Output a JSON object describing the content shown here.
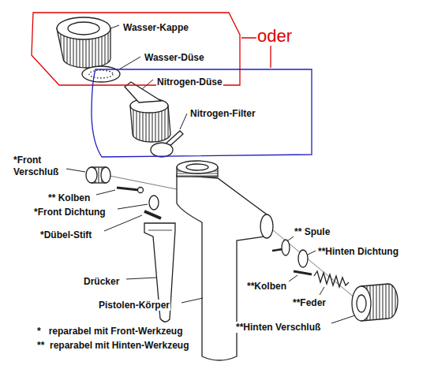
{
  "diagram": {
    "nodes": [
      {
        "text": [
          "Wasser-Kappe",
          "Wasser-Düse"
        ]
      },
      {
        "text": [
          "Nitrogen-Düse",
          "Nitrogen-Filter"
        ]
      }
    ],
    "edges": [
      {
        "from": 0,
        "to": 1,
        "label": "oder",
        "arrow": "none"
      }
    ],
    "labels": [
      "*Front Verschluß",
      "** Kolben",
      "*Front Dichtung",
      "*Dübel-Stift",
      "Drücker",
      "Pistolen-Körper",
      "** Spule",
      "**Hinten Dichtung",
      "**Kolben",
      "**Feder",
      "**Hinten Verschluß",
      "*   reparabel mit Front-Werkzeug",
      "**  reparabel mit Hinten-Werkzeug"
    ]
  }
}
